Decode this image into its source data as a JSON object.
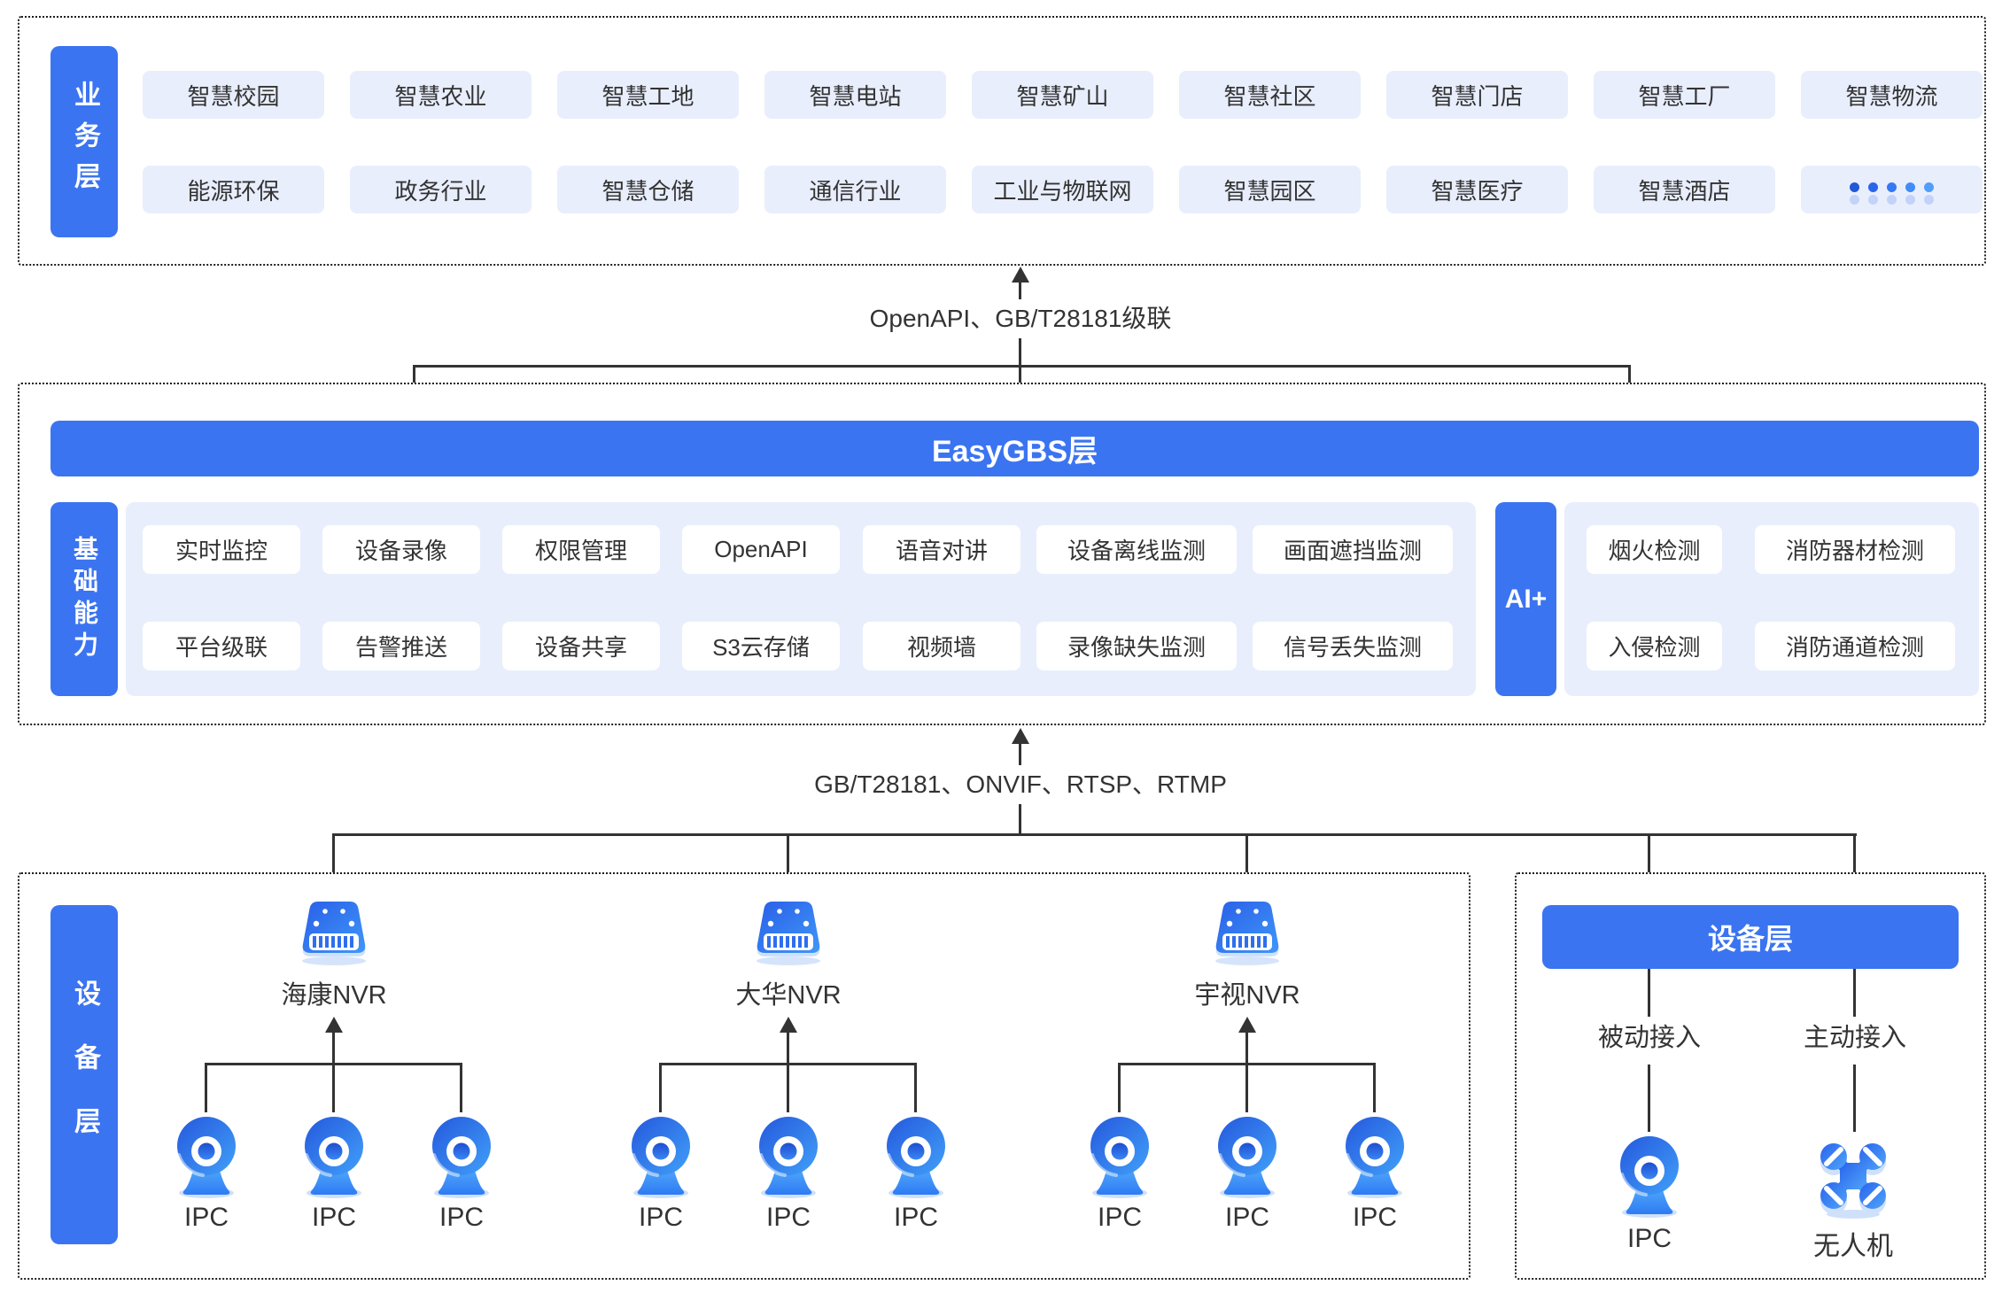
{
  "colors": {
    "accent_blue": "#3b74f1",
    "tile_light_blue": "#e8eefc",
    "line_dark": "#333333",
    "text_dark": "#333333",
    "white": "#ffffff"
  },
  "business": {
    "sidebar": "业务层",
    "row1": [
      "智慧校园",
      "智慧农业",
      "智慧工地",
      "智慧电站",
      "智慧矿山",
      "智慧社区",
      "智慧门店",
      "智慧工厂",
      "智慧物流"
    ],
    "row2": [
      "能源环保",
      "政务行业",
      "智慧仓储",
      "通信行业",
      "工业与物联网",
      "智慧园区",
      "智慧医疗",
      "智慧酒店"
    ],
    "more_tile": "ellipsis-dots"
  },
  "conn_top": {
    "label": "OpenAPI、GB/T28181级联"
  },
  "gbs": {
    "bar": "EasyGBS层",
    "sidebar": "基础能力",
    "row1": [
      "实时监控",
      "设备录像",
      "权限管理",
      "OpenAPI",
      "语音对讲",
      "设备离线监测",
      "画面遮挡监测"
    ],
    "row2": [
      "平台级联",
      "告警推送",
      "设备共享",
      "S3云存储",
      "视频墙",
      "录像缺失监测",
      "信号丢失监测"
    ],
    "ai_bar": "AI+",
    "ai_row1": [
      "烟火检测",
      "消防器材检测"
    ],
    "ai_row2": [
      "入侵检测",
      "消防通道检测"
    ]
  },
  "conn_bottom": {
    "label": "GB/T28181、ONVIF、RTSP、RTMP"
  },
  "device": {
    "sidebar": "设备层",
    "groups": [
      {
        "name": "海康NVR"
      },
      {
        "name": "大华NVR"
      },
      {
        "name": "宇视NVR"
      }
    ],
    "ipc_label": "IPC",
    "right": {
      "header": "设备层",
      "left_mode": "被动接入",
      "right_mode": "主动接入",
      "left_device": "IPC",
      "right_device": "无人机"
    }
  }
}
